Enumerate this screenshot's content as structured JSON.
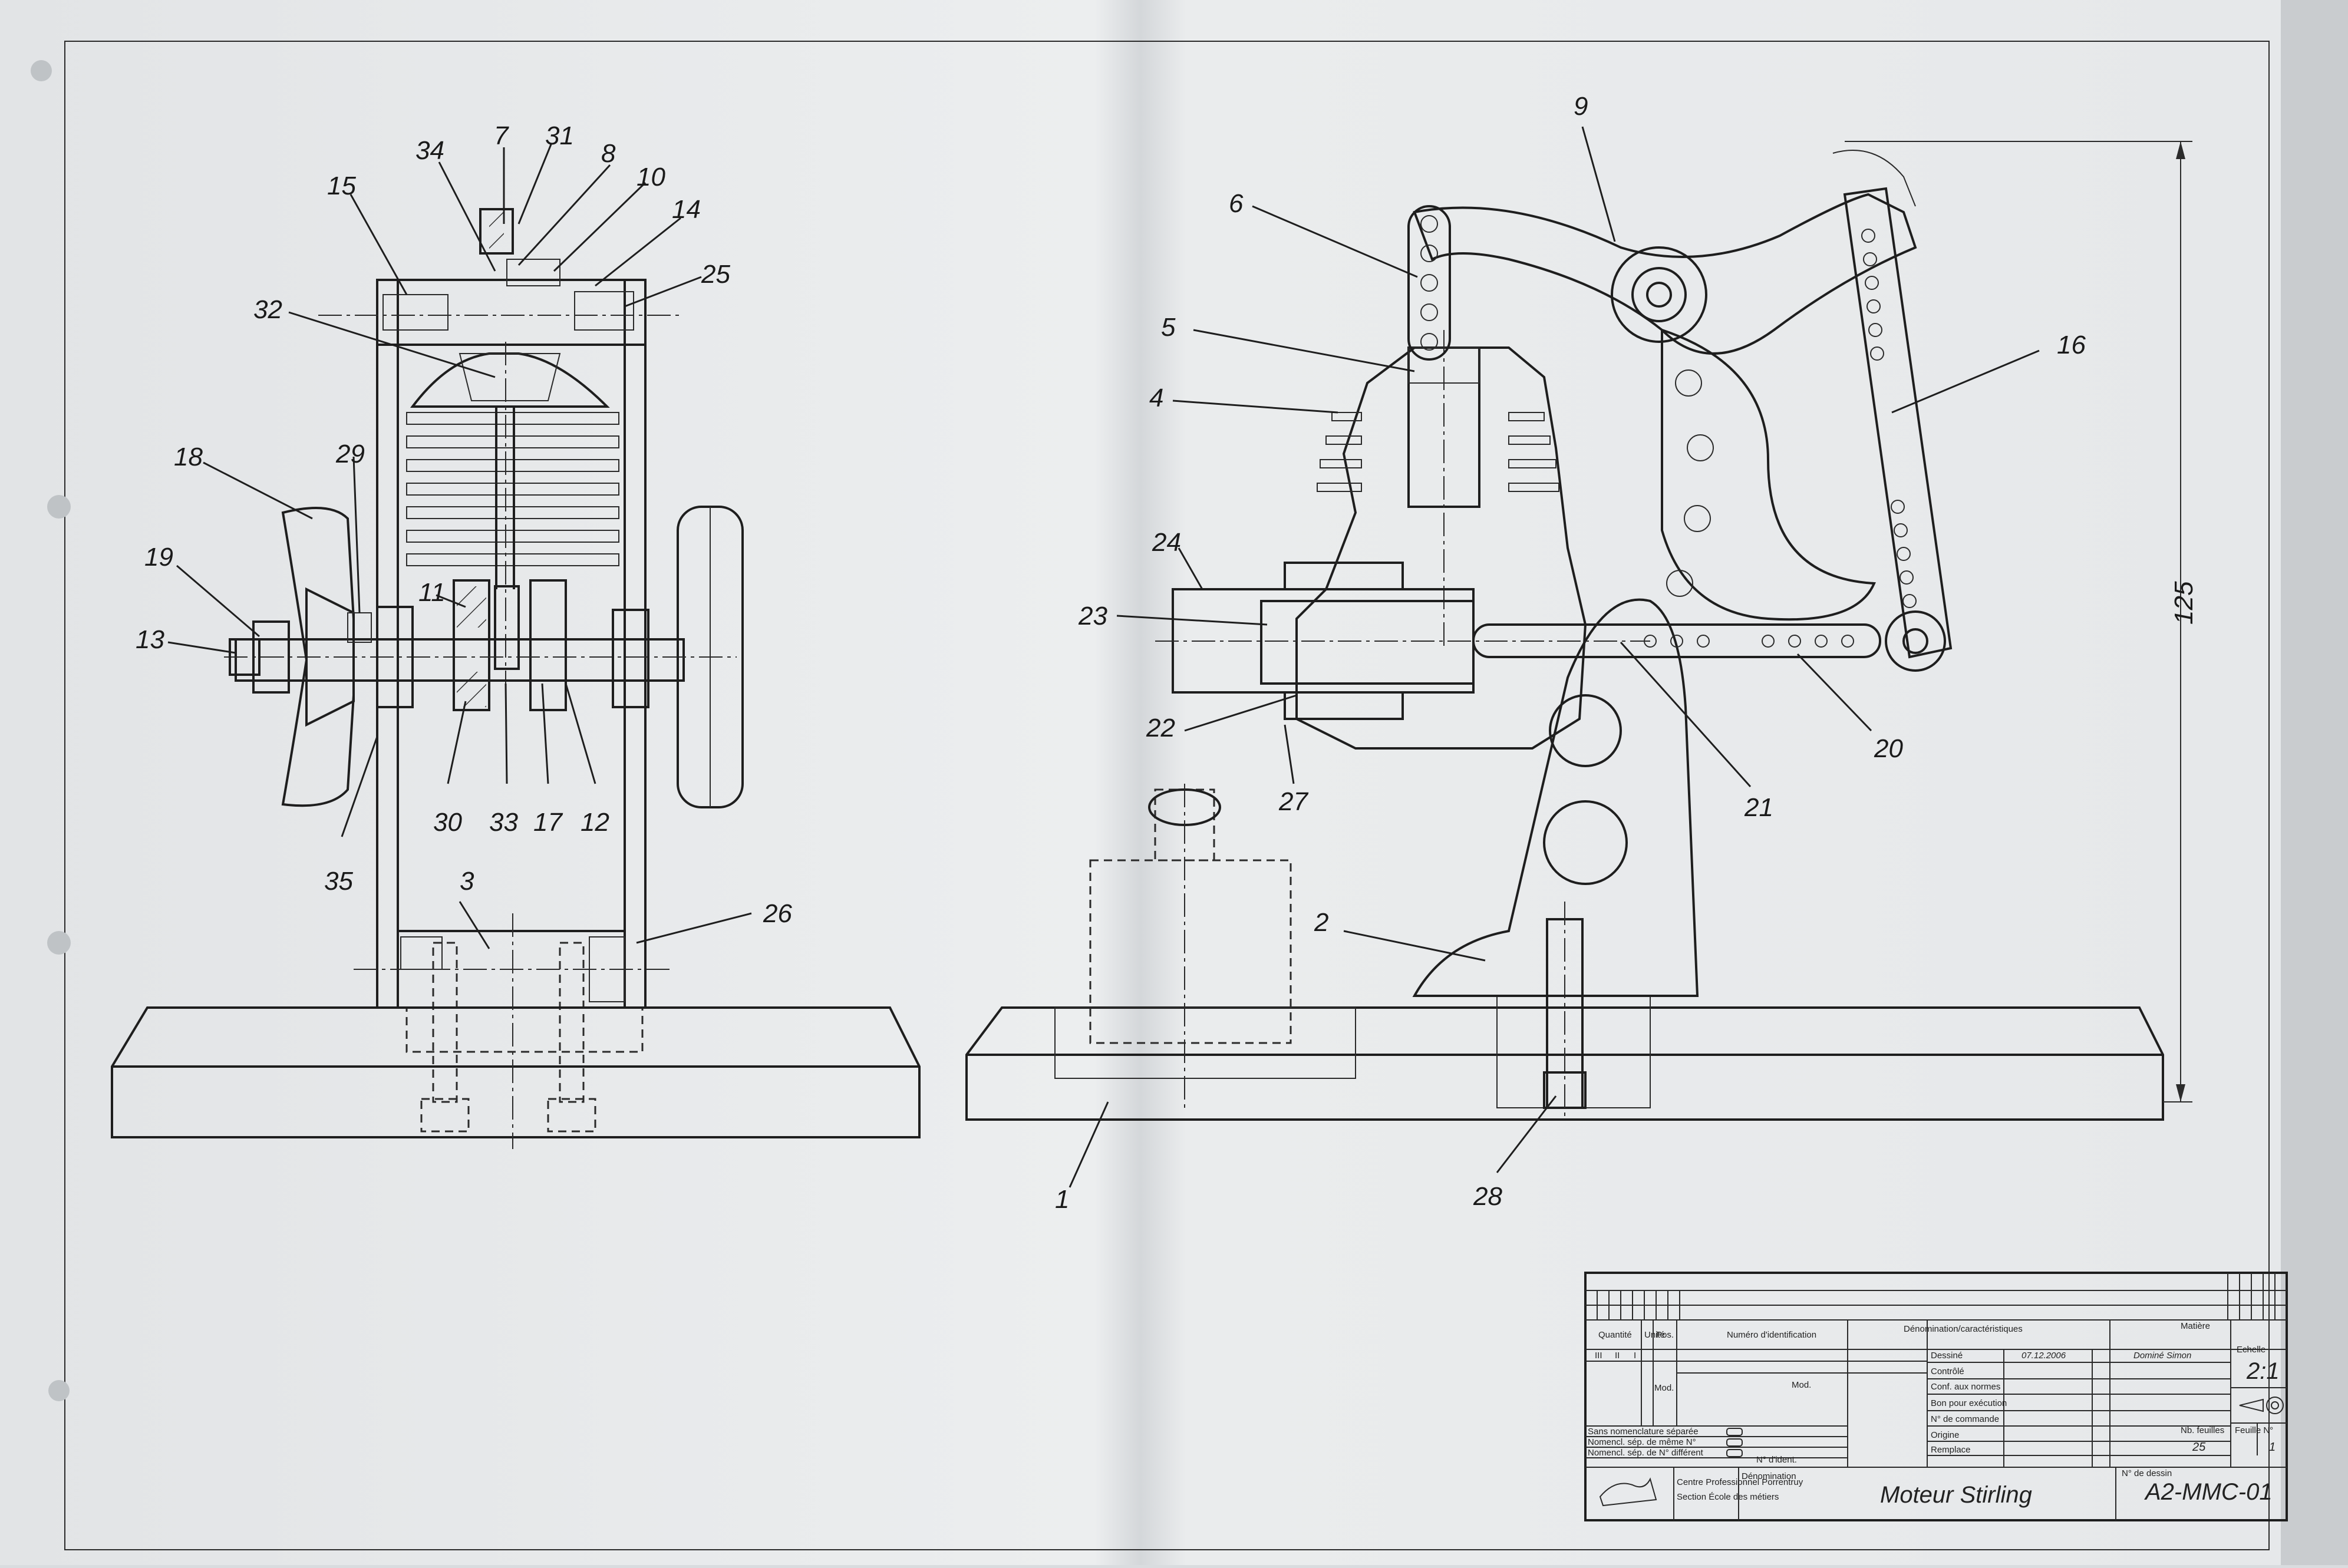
{
  "drawing": {
    "left_view_labels": [
      "7",
      "31",
      "34",
      "8",
      "10",
      "14",
      "15",
      "25",
      "32",
      "18",
      "29",
      "19",
      "13",
      "11",
      "30",
      "33",
      "17",
      "12",
      "35",
      "3",
      "26"
    ],
    "right_view_labels": [
      "9",
      "6",
      "16",
      "5",
      "4",
      "24",
      "23",
      "22",
      "27",
      "21",
      "20",
      "2",
      "1",
      "28"
    ],
    "dimension_125": "125"
  },
  "title_block": {
    "headers": {
      "quantite": "Quantité",
      "unite": "Unité",
      "pos": "Pos.",
      "numeros": "Numéro d'identification",
      "denomination": "Dénomination/caractéristiques",
      "matiere": "Matière"
    },
    "fields": {
      "dessine": "Dessiné",
      "controle": "Contrôlé",
      "conf_normes": "Conf. aux normes",
      "bon_execution": "Bon pour exécution",
      "no_commande": "N° de commande",
      "origine": "Origine",
      "remplace": "Remplace"
    },
    "date": "07.12.2006",
    "author": "Dominé Simon",
    "mod_1": "Mod.",
    "mod_2": "Mod.",
    "sans_nomenclature": "Sans nomenclature séparée",
    "nomencl_meme": "Nomencl. sép. de même N°",
    "nomencl_different": "Nomencl. sép. de N° différent",
    "n_ident": "N° d'ident.",
    "echelle_label": "Echelle",
    "echelle": "2:1",
    "nb_feuilles_label": "Nb. feuilles",
    "nb_feuilles": "25",
    "feuille_label": "Feuille N°",
    "feuille": "1",
    "school_1": "Centre Professionnel Porrentruy",
    "school_2": "Section École des métiers",
    "denomination_label": "Dénomination",
    "title": "Moteur Stirling",
    "no_dessin_label": "N° de dessin",
    "drawing_number": "A2-MMC-01",
    "rev_cols": [
      "III",
      "II",
      "I"
    ]
  }
}
